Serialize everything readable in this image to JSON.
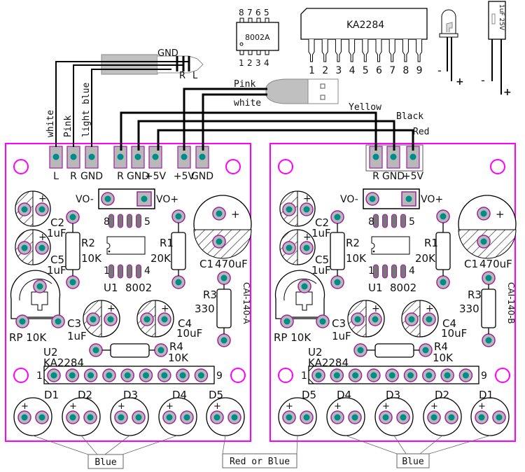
{
  "colors": {
    "board_outline": "#ff00ff",
    "pad_ring": "#a020a0",
    "pad_fill": "#b8b8b8",
    "pad_center": "#008b8b",
    "wire": "#000000",
    "plug_gray": "#c0c0c0"
  },
  "parts": {
    "chip_8002a": {
      "label": "8002A",
      "top_pins": [
        "8",
        "7",
        "6",
        "5"
      ],
      "bottom_pins": [
        "1",
        "2",
        "3",
        "4"
      ]
    },
    "chip_ka2284": {
      "label": "KA2284",
      "pins": [
        "1",
        "2",
        "3",
        "4",
        "5",
        "6",
        "7",
        "8",
        "9"
      ]
    },
    "led": {
      "minus": "-",
      "plus": "+"
    },
    "capacitor": {
      "label": "1uF 25V",
      "minus": "-",
      "plus": "+"
    }
  },
  "audio_jack": {
    "gnd": "GND",
    "r": "R",
    "l": "L",
    "wires": [
      "white",
      "Pink",
      "light blue"
    ]
  },
  "usb_plug": {
    "wires": [
      "Pink",
      "white"
    ]
  },
  "right_wires": [
    "Yellow",
    "Black",
    "Red"
  ],
  "boards": [
    {
      "headers": [
        "L",
        "R",
        "GND",
        "R",
        "GND",
        "+5V",
        "+5V",
        "GND"
      ],
      "vo_minus": "VO-",
      "vo_plus": "VO+",
      "c2": "C2",
      "c2_val": "1uF",
      "c5": "C5",
      "c5_val": "1uF",
      "r2": "R2",
      "r2_val": "10K",
      "r1": "R1",
      "r1_val": "20K",
      "u1_pin8": "8",
      "u1_pin5": "5",
      "u1_pin1": "1",
      "u1_pin4": "4",
      "u1": "U1",
      "u1_val": "8002",
      "c1": "C1",
      "c1_val": "470uF",
      "c1_plus": "+",
      "r3": "R3",
      "r3_val": "330",
      "board_id": "CAI-140-A",
      "rp": "RP 10K",
      "c3": "C3",
      "c3_val": "1uF",
      "c4": "C4",
      "c4_val": "10uF",
      "r4": "R4",
      "r4_val": "10K",
      "u2": "U2",
      "u2_val": "KA2284",
      "u2_pin1": "1",
      "u2_pin9": "9",
      "leds": [
        "D1",
        "D2",
        "D3",
        "D4",
        "D5"
      ],
      "plus": "+"
    },
    {
      "headers": [
        "R",
        "GND",
        "+5V"
      ],
      "vo_minus": "VO-",
      "vo_plus": "VO+",
      "c2": "C2",
      "c2_val": "1uF",
      "c5": "C5",
      "c5_val": "1uF",
      "r2": "R2",
      "r2_val": "10K",
      "r1": "R1",
      "r1_val": "20K",
      "u1_pin8": "8",
      "u1_pin5": "5",
      "u1_pin1": "1",
      "u1_pin4": "4",
      "u1": "U1",
      "u1_val": "8002",
      "c1": "C1",
      "c1_val": "470uF",
      "c1_plus": "+",
      "r3": "R3",
      "r3_val": "330",
      "board_id": "CAI-140-B",
      "rp": "RP 10K",
      "c3": "C3",
      "c3_val": "1uF",
      "c4": "C4",
      "c4_val": "10uF",
      "r4": "R4",
      "r4_val": "10K",
      "u2": "U2",
      "u2_val": "KA2284",
      "u2_pin1": "1",
      "u2_pin9": "9",
      "leds": [
        "D5",
        "D4",
        "D3",
        "D2",
        "D1"
      ],
      "plus": "+"
    }
  ],
  "callouts": {
    "left_blue": "Blue",
    "red_or_blue": "Red or Blue",
    "right_blue": "Blue"
  }
}
